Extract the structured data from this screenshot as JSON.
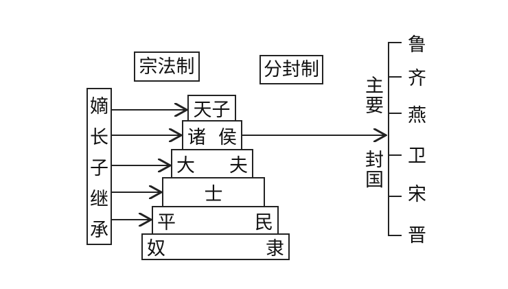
{
  "headings": {
    "zongfa": "宗法制",
    "fenfeng": "分封制"
  },
  "succession": [
    "嫡",
    "长",
    "子",
    "继",
    "承"
  ],
  "pyramid": [
    {
      "left": "天子",
      "right": ""
    },
    {
      "left": "诸",
      "right": "侯"
    },
    {
      "left": "大",
      "right": "夫"
    },
    {
      "left": "士",
      "right": ""
    },
    {
      "left": "平",
      "right": "民"
    },
    {
      "left": "奴",
      "right": "隶"
    }
  ],
  "label": {
    "main": "主要",
    "states": "封国"
  },
  "states": [
    "鲁",
    "齐",
    "燕",
    "卫",
    "宋",
    "晋"
  ]
}
